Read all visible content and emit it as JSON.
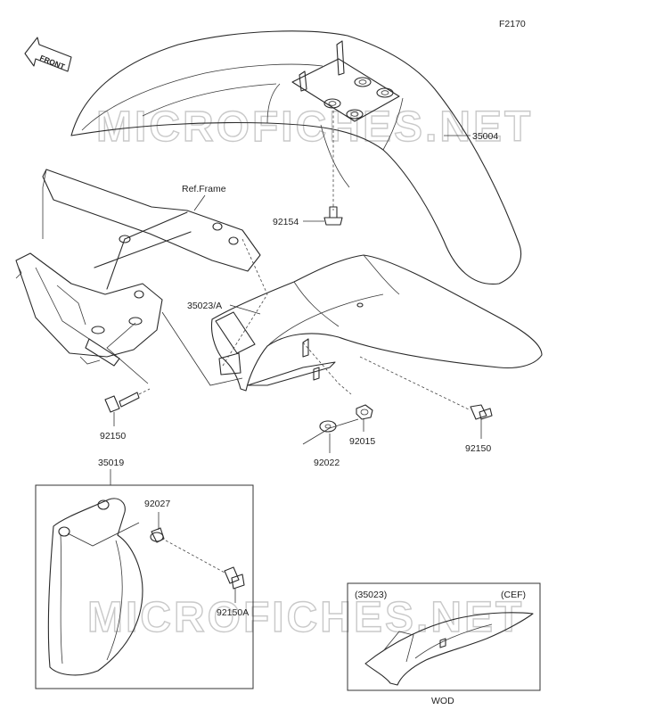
{
  "figure_code": "F2170",
  "front_arrow": "FRONT",
  "watermark": "MICROFICHES.NET",
  "labels": {
    "p35004": "35004",
    "p92154": "92154",
    "ref_frame": "Ref.Frame",
    "p35023a": "35023/A",
    "p92150_left": "92150",
    "p92015": "92015",
    "p92150_right": "92150",
    "p92022": "92022",
    "p35019": "35019",
    "p92027": "92027",
    "p92150a": "92150A"
  },
  "inset": {
    "part": "(35023)",
    "variant": "(CEF)",
    "note": "WOD"
  }
}
